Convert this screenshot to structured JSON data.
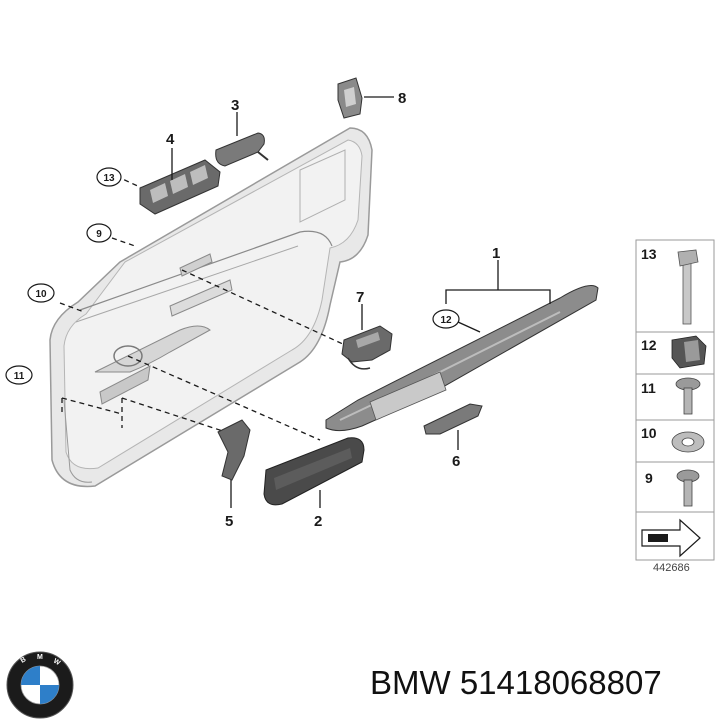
{
  "callouts": {
    "c1": "1",
    "c2": "2",
    "c3": "3",
    "c4": "4",
    "c5": "5",
    "c6": "6",
    "c7": "7",
    "c8": "8",
    "c9": "9",
    "c10": "10",
    "c11": "11",
    "c12": "12",
    "c13": "13"
  },
  "legend": {
    "items": [
      "13",
      "12",
      "11",
      "10",
      "9"
    ],
    "diagram_id": "442686"
  },
  "caption": {
    "brand": "BMW",
    "part_number": "51418068807",
    "text": "BMW 51418068807"
  },
  "logo": {
    "letters": "BMW",
    "colors": {
      "ring": "#1b1b1b",
      "blue": "#2e7fc9",
      "white": "#ffffff"
    }
  },
  "colors": {
    "line": "#1a1a1a",
    "panel": "#eaeaea",
    "panel_edge": "#9a9a9a",
    "dark_part": "#4a4a4a"
  }
}
